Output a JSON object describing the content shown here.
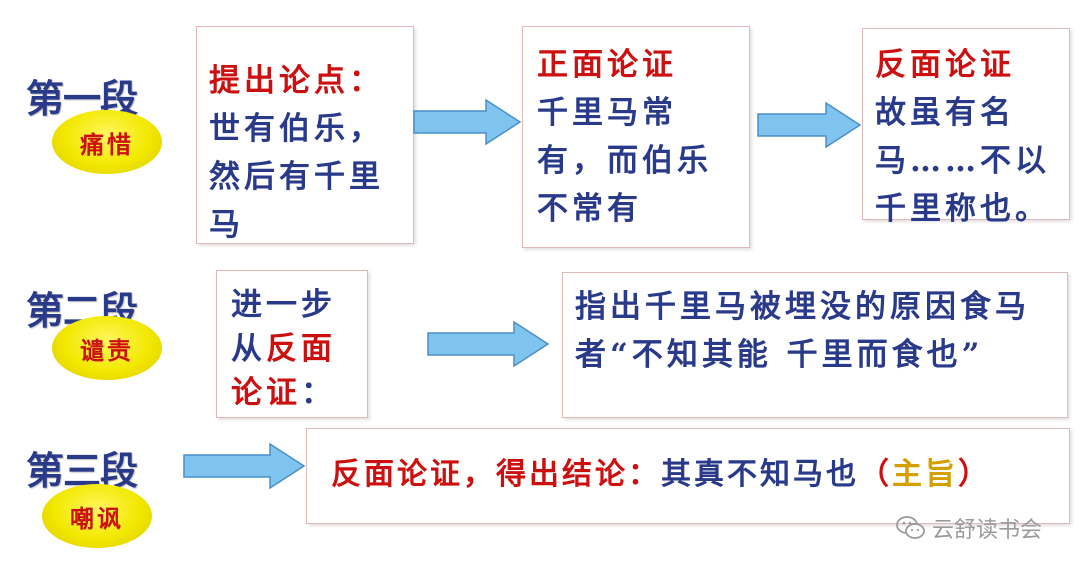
{
  "colors": {
    "label": "#2a3a8a",
    "accent_red": "#cc1010",
    "oval": "#f2e800",
    "arrow": "#7ec4ee"
  },
  "rows": [
    {
      "label": "第一段",
      "oval": "痛惜",
      "boxes": [
        {
          "title": "提出论点：",
          "body": "世有伯乐，然后有千里马"
        },
        {
          "title": "正面论证",
          "body": "千里马常有，而伯乐不常有"
        },
        {
          "title": "反面论证",
          "body": "故虽有名马……不以千里称也。"
        }
      ]
    },
    {
      "label": "第二段",
      "oval": "谴责",
      "boxes": [
        {
          "line1": "进一步",
          "line2_black": "从",
          "line2_red": "反面",
          "line3_red": "论证",
          "line3_end": "："
        },
        {
          "body": "指出千里马被埋没的原因食马者“不知其能 千里而食也”"
        }
      ]
    },
    {
      "label": "第三段",
      "oval": "嘲讽",
      "boxes": [
        {
          "lead": "反面论证，得出结论：",
          "main": "其真不知马也",
          "open": "（",
          "theme": "主旨",
          "close": "）"
        }
      ]
    }
  ],
  "watermark": {
    "icon": "wechat-icon",
    "text": "云舒读书会"
  }
}
